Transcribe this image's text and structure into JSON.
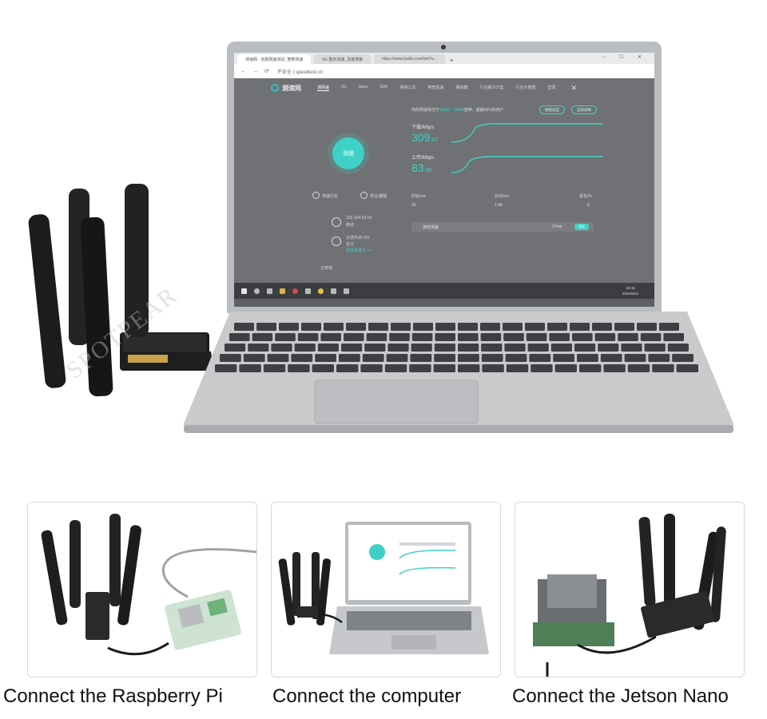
{
  "watermark": "SPOTPEAR",
  "browser": {
    "tabs": [
      "测速网 - 自助网速测试, 宽带测速",
      "5G 重庆测速_百度搜索",
      "https://www.baidu.com/link?u..."
    ],
    "url": "不安全 | speedtest.cn"
  },
  "site": {
    "logo": "测速网",
    "nav": [
      "测网速",
      "5G",
      "Apps",
      "SDK",
      "网络工具",
      "带宽提速",
      "路由器",
      "行业解决方案",
      "行业大数据",
      "登录"
    ],
    "start_button": "测速",
    "history_link": "测速历史",
    "unit_link": "单位/量程",
    "ip": "223.104.63.18",
    "carrier": "移动",
    "node": "云测节点-CN",
    "city": "长沙",
    "change_node": "更换测速点 >>",
    "share": "分享到",
    "summary_prefix": "你的网速相当于",
    "summary_highlight": "200M ~ 300M",
    "summary_suffix": "宽带，超越99%的用户",
    "pill_a": "网络类型",
    "pill_b": "自助排障",
    "download_label": "下载/Mbps",
    "download_value": "309",
    "download_decimal": ".82",
    "upload_label": "上传/Mbps",
    "upload_value": "83",
    "upload_decimal": ".96",
    "latency_label": "时延/ms",
    "latency_value": "15",
    "jitter_label": "抖动/ms",
    "jitter_value": "1.66",
    "loss_label": "丢包/%",
    "loss_value": "0",
    "game_label": "游戏测速",
    "game_ms": "17ms",
    "game_btn": "测试"
  },
  "taskbar": {
    "time": "18:46",
    "date": "2022/8/22"
  },
  "captions": {
    "raspberry": "Connect the Raspberry Pi",
    "computer": "Connect the computer",
    "jetson": "Connect the Jetson Nano"
  }
}
